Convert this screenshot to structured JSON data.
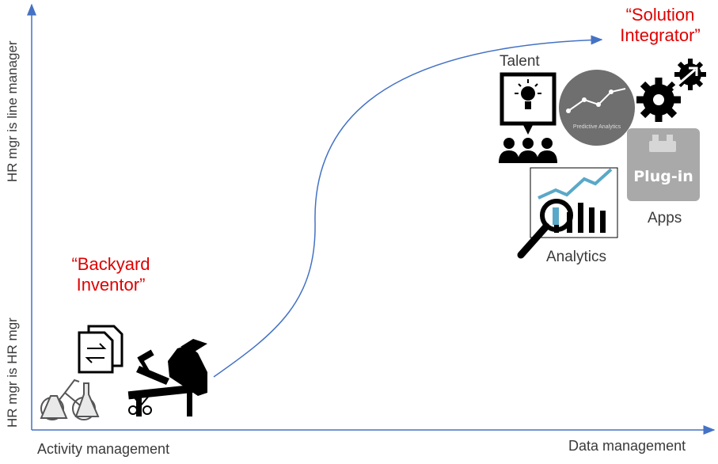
{
  "titles": {
    "solution_integrator_line1": "“Solution",
    "solution_integrator_line2": "Integrator”",
    "backyard_inventor_line1": "“Backyard",
    "backyard_inventor_line2": "Inventor”"
  },
  "axes": {
    "y_top": "HR mgr is line manager",
    "y_bottom": "HR mgr is HR mgr",
    "x_left": "Activity management",
    "x_right": "Data management"
  },
  "labels": {
    "talent": "Talent",
    "analytics": "Analytics",
    "apps": "Apps",
    "predictive_analytics": "Predictive Analytics",
    "plugin": "Plug-in"
  },
  "colors": {
    "axis": "#4472c4",
    "curve": "#4472c4",
    "accent_red": "#e00000",
    "icon_black": "#000000",
    "icon_grey": "#6f6f6f"
  },
  "icons": [
    "lightbulb-presentation-icon",
    "people-icon",
    "predictive-analytics-icon",
    "gears-icon",
    "plugin-icon",
    "analytics-chart-icon",
    "magnifier-icon",
    "documents-icon",
    "lab-flasks-icon",
    "inventor-icon",
    "tools-icon"
  ]
}
